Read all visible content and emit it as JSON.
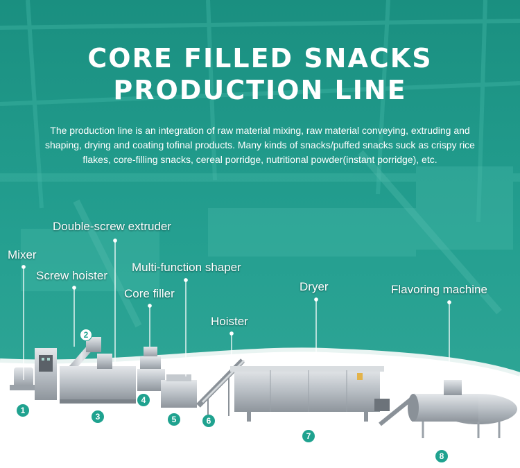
{
  "title": {
    "line1": "CORE FILLED SNACKS",
    "line2": "PRODUCTION LINE"
  },
  "description": "The production line is an integration of raw material mixing, raw material conveying, extruding and shaping, drying and coating tofinal products. Many kinds of snacks/puffed snacks suck as crispy rice flakes, core-filling snacks, cereal porridge, nutritional powder(instant porridge), etc.",
  "machines": [
    {
      "number": "1",
      "label": "Mixer"
    },
    {
      "number": "2",
      "label": "Screw hoister"
    },
    {
      "number": "3",
      "label": "Double-screw extruder"
    },
    {
      "number": "4",
      "label": "Core filler"
    },
    {
      "number": "5",
      "label": "Multi-function shaper"
    },
    {
      "number": "6",
      "label": "Hoister"
    },
    {
      "number": "7",
      "label": "Dryer"
    },
    {
      "number": "8",
      "label": "Flavoring machine"
    }
  ],
  "colors": {
    "teal_overlay": "#1e9e8e",
    "badge": "#1fa28f",
    "text": "#ffffff"
  }
}
